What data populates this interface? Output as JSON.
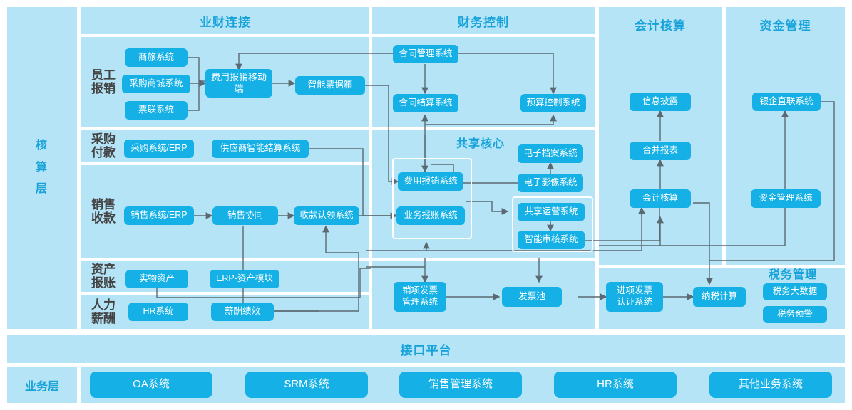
{
  "diagram": {
    "title_colors": {
      "accent": "#17a3da",
      "panel_bg": "#b5e4f7",
      "node_bg": "#15b0e6",
      "wire": "#5b6a72"
    },
    "layers": [
      {
        "id": "core",
        "label": "核 算 层"
      },
      {
        "id": "business",
        "label": "业务层"
      }
    ],
    "interface_band": {
      "label": "接口平台"
    },
    "columns": [
      {
        "id": "col-yecai",
        "label": "业财连接"
      },
      {
        "id": "col-caiwu",
        "label": "财务控制"
      },
      {
        "id": "col-kuaiji",
        "label": "会计核算"
      },
      {
        "id": "col-zijin",
        "label": "资金管理"
      }
    ],
    "inline_titles": [
      {
        "id": "shared-core",
        "label": "共享核心"
      },
      {
        "id": "tax-mgmt",
        "label": "税务管理"
      }
    ],
    "rows": [
      {
        "id": "row-employee-reimburse",
        "label": "员工\n报销",
        "label_line1": "员工",
        "label_line2": "报销"
      },
      {
        "id": "row-purchase-payment",
        "label": "采购\n付款",
        "label_line1": "采购",
        "label_line2": "付款"
      },
      {
        "id": "row-sales-collection",
        "label": "销售\n收款",
        "label_line1": "销售",
        "label_line2": "收款"
      },
      {
        "id": "row-asset-accounting",
        "label": "资产\n报账",
        "label_line1": "资产",
        "label_line2": "报账"
      },
      {
        "id": "row-hr-payroll",
        "label": "人力\n薪酬",
        "label_line1": "人力",
        "label_line2": "薪酬"
      }
    ],
    "nodes": {
      "business_travel": "商旅系统",
      "procurement_mall": "采购商城系统",
      "ticket_union": "票联系统",
      "expense_mobile": "费用报销移动端",
      "smart_bill_box": "智能票据箱",
      "purchase_erp": "采购系统/ERP",
      "supplier_settle": "供应商智能结算系统",
      "sales_erp": "销售系统/ERP",
      "sales_collab": "销售协同",
      "receipt_claim": "收款认领系统",
      "physical_asset": "实物资产",
      "erp_asset_module": "ERP-资产模块",
      "hr_system": "HR系统",
      "payroll_perf": "薪酬绩效",
      "contract_mgmt": "合同管理系统",
      "contract_settle": "合同结算系统",
      "budget_control": "预算控制系统",
      "expense_reimburse": "费用报销系统",
      "business_accounting": "业务报账系统",
      "e_archive": "电子档案系统",
      "e_image": "电子影像系统",
      "shared_ops": "共享运营系统",
      "smart_audit": "智能审核系统",
      "output_invoice": "销项发票\n管理系统",
      "output_invoice_l1": "销项发票",
      "output_invoice_l2": "管理系统",
      "invoice_pool": "发票池",
      "input_invoice": "进项发票\n认证系统",
      "input_invoice_l1": "进项发票",
      "input_invoice_l2": "认证系统",
      "tax_calc": "纳税计算",
      "tax_bigdata": "税务大数据",
      "tax_alert": "税务预警",
      "info_disclosure": "信息披露",
      "consolidated_report": "合并报表",
      "accounting": "会计核算",
      "bank_direct": "银企直联系统",
      "fund_mgmt_system": "资金管理系统"
    },
    "business_systems": [
      {
        "id": "oa",
        "label": "OA系统"
      },
      {
        "id": "srm",
        "label": "SRM系统"
      },
      {
        "id": "sales-mgmt",
        "label": "销售管理系统"
      },
      {
        "id": "hr",
        "label": "HR系统"
      },
      {
        "id": "other",
        "label": "其他业务系统"
      }
    ]
  }
}
